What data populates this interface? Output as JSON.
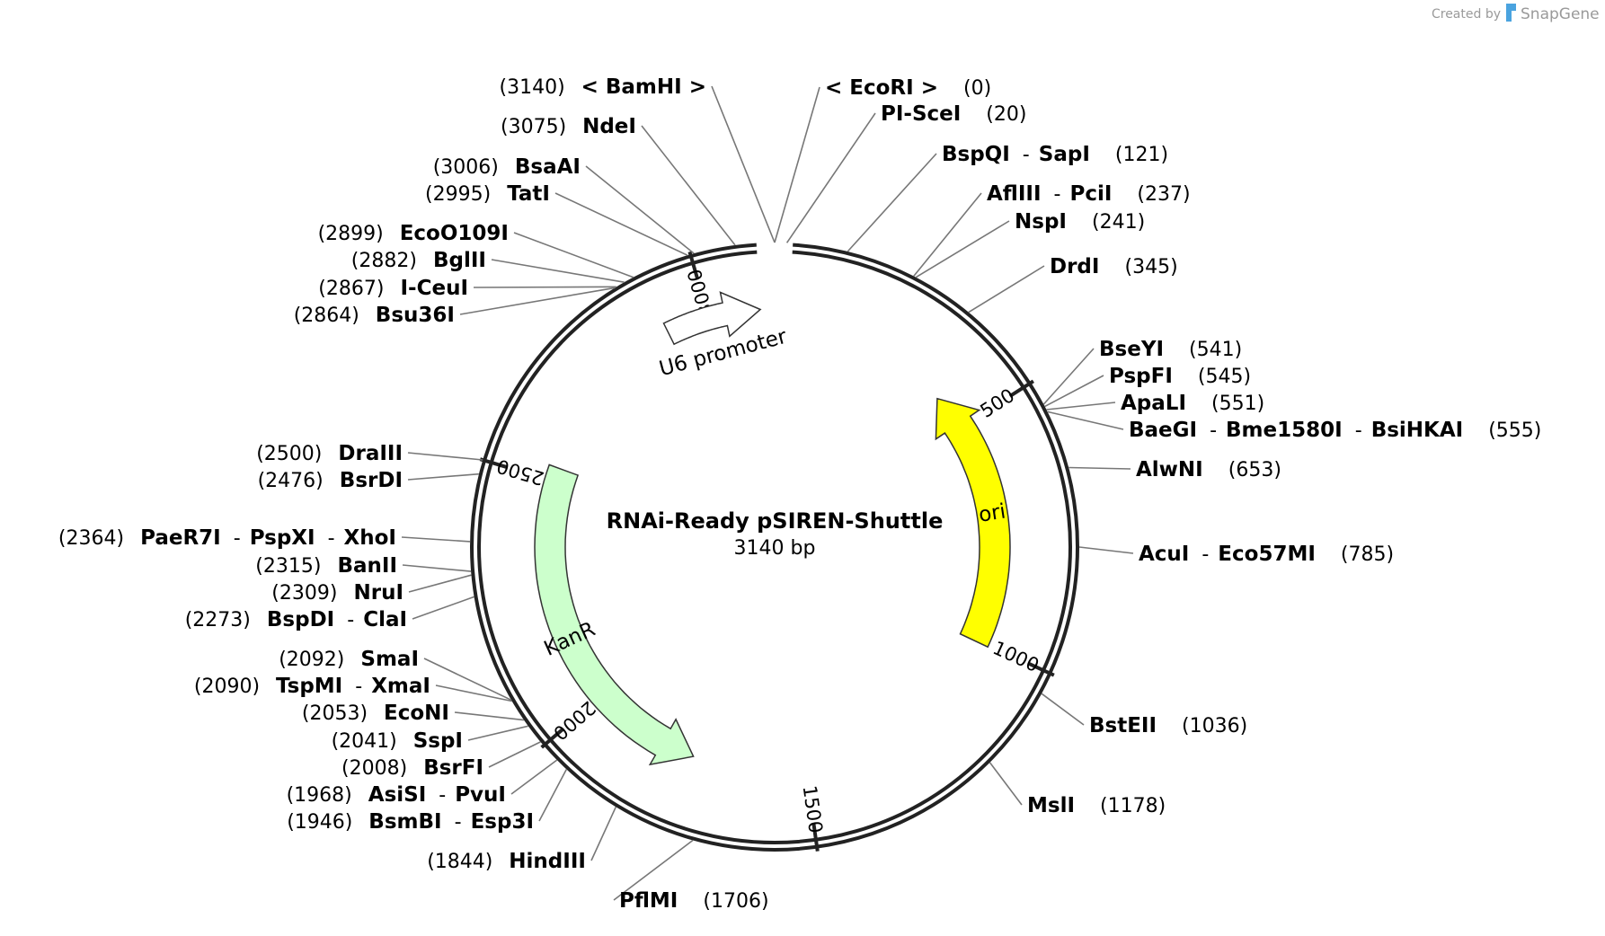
{
  "plasmid": {
    "name": "RNAi-Ready pSIREN-Shuttle",
    "size_label": "3140 bp",
    "length": 3140
  },
  "watermark": {
    "prefix": "Created by",
    "brand": "SnapGene"
  },
  "colors": {
    "backbone": "#222222",
    "leader": "#777777",
    "ori_fill": "#ffff00",
    "kanr_fill": "#ccffcc",
    "u6_fill": "#ffffff",
    "watermark_icon": "#4aa3df"
  },
  "tick_labels": [
    "500",
    "1000",
    "1500",
    "2000",
    "2500",
    "3000"
  ],
  "features": [
    {
      "name": "ori",
      "start": 1004,
      "end": 415,
      "direction": "reverse",
      "color": "#ffff00"
    },
    {
      "name": "KanR",
      "start": 2530,
      "end": 1755,
      "direction": "reverse",
      "color": "#ccffcc"
    },
    {
      "name": "U6 promoter",
      "start": 2910,
      "end": 3110,
      "direction": "forward",
      "color": "#ffffff"
    }
  ],
  "sites": [
    {
      "names": [
        "< EcoRI >"
      ],
      "pos_label": "(0)",
      "site": 0
    },
    {
      "names": [
        "PI-SceI"
      ],
      "pos_label": "(20)",
      "site": 20
    },
    {
      "names": [
        "BspQI",
        "SapI"
      ],
      "pos_label": "(121)",
      "site": 121
    },
    {
      "names": [
        "AflIII",
        "PciI"
      ],
      "pos_label": "(237)",
      "site": 237
    },
    {
      "names": [
        "NspI"
      ],
      "pos_label": "(241)",
      "site": 241
    },
    {
      "names": [
        "DrdI"
      ],
      "pos_label": "(345)",
      "site": 345
    },
    {
      "names": [
        "BseYI"
      ],
      "pos_label": "(541)",
      "site": 541
    },
    {
      "names": [
        "PspFI"
      ],
      "pos_label": "(545)",
      "site": 545
    },
    {
      "names": [
        "ApaLI"
      ],
      "pos_label": "(551)",
      "site": 551
    },
    {
      "names": [
        "BaeGI",
        "Bme1580I",
        "BsiHKAI"
      ],
      "pos_label": "(555)",
      "site": 555
    },
    {
      "names": [
        "AlwNI"
      ],
      "pos_label": "(653)",
      "site": 653
    },
    {
      "names": [
        "AcuI",
        "Eco57MI"
      ],
      "pos_label": "(785)",
      "site": 785
    },
    {
      "names": [
        "BstEII"
      ],
      "pos_label": "(1036)",
      "site": 1036
    },
    {
      "names": [
        "MslI"
      ],
      "pos_label": "(1178)",
      "site": 1178
    },
    {
      "names": [
        "PflMI"
      ],
      "pos_label": "(1706)",
      "site": 1706
    },
    {
      "names": [
        "HindIII"
      ],
      "pos_label": "(1844)",
      "site": 1844
    },
    {
      "names": [
        "BsmBI",
        "Esp3I"
      ],
      "pos_label": "(1946)",
      "site": 1946
    },
    {
      "names": [
        "AsiSI",
        "PvuI"
      ],
      "pos_label": "(1968)",
      "site": 1968
    },
    {
      "names": [
        "BsrFI"
      ],
      "pos_label": "(2008)",
      "site": 2008
    },
    {
      "names": [
        "SspI"
      ],
      "pos_label": "(2041)",
      "site": 2041
    },
    {
      "names": [
        "EcoNI"
      ],
      "pos_label": "(2053)",
      "site": 2053
    },
    {
      "names": [
        "TspMI",
        "XmaI"
      ],
      "pos_label": "(2090)",
      "site": 2090
    },
    {
      "names": [
        "SmaI"
      ],
      "pos_label": "(2092)",
      "site": 2092
    },
    {
      "names": [
        "BspDI",
        "ClaI"
      ],
      "pos_label": "(2273)",
      "site": 2273
    },
    {
      "names": [
        "NruI"
      ],
      "pos_label": "(2309)",
      "site": 2309
    },
    {
      "names": [
        "BanII"
      ],
      "pos_label": "(2315)",
      "site": 2315
    },
    {
      "names": [
        "PaeR7I",
        "PspXI",
        "XhoI"
      ],
      "pos_label": "(2364)",
      "site": 2364
    },
    {
      "names": [
        "BsrDI"
      ],
      "pos_label": "(2476)",
      "site": 2476
    },
    {
      "names": [
        "DraIII"
      ],
      "pos_label": "(2500)",
      "site": 2500
    },
    {
      "names": [
        "Bsu36I"
      ],
      "pos_label": "(2864)",
      "site": 2864
    },
    {
      "names": [
        "I-CeuI"
      ],
      "pos_label": "(2867)",
      "site": 2867
    },
    {
      "names": [
        "BglII"
      ],
      "pos_label": "(2882)",
      "site": 2882
    },
    {
      "names": [
        "EcoO109I"
      ],
      "pos_label": "(2899)",
      "site": 2899
    },
    {
      "names": [
        "TatI"
      ],
      "pos_label": "(2995)",
      "site": 2995
    },
    {
      "names": [
        "BsaAI"
      ],
      "pos_label": "(3006)",
      "site": 3006
    },
    {
      "names": [
        "NdeI"
      ],
      "pos_label": "(3075)",
      "site": 3075
    },
    {
      "names": [
        "< BamHI >"
      ],
      "pos_label": "(3140)",
      "site": 3140
    }
  ]
}
